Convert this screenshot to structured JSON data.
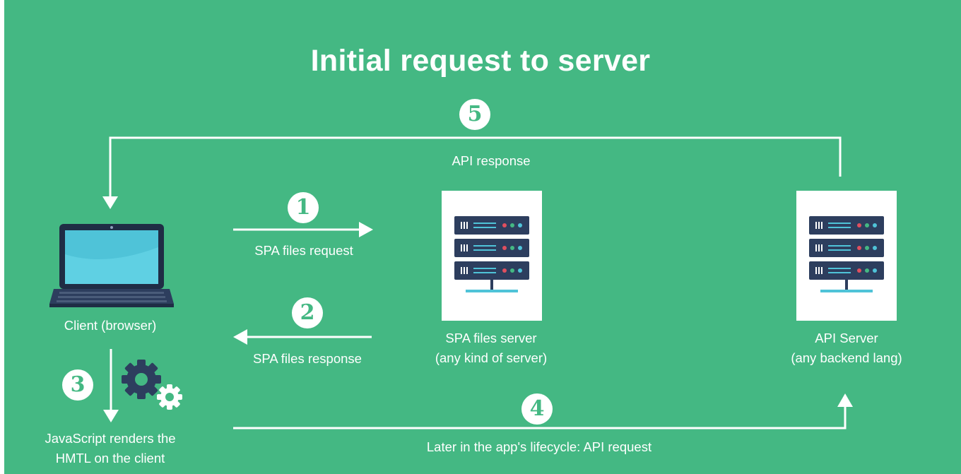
{
  "title": "Initial request to server",
  "steps": {
    "s1": {
      "number": "1",
      "label": "SPA files request"
    },
    "s2": {
      "number": "2",
      "label": "SPA files response"
    },
    "s3": {
      "number": "3",
      "label_line1": "JavaScript renders the",
      "label_line2": "HMTL on the client"
    },
    "s4": {
      "number": "4",
      "label": "Later in the app's lifecycle: API request"
    },
    "s5": {
      "number": "5",
      "label": "API response"
    }
  },
  "nodes": {
    "client": {
      "label": "Client (browser)"
    },
    "spa_server": {
      "line1": "SPA files server",
      "line2": "(any kind of server)"
    },
    "api_server": {
      "line1": "API Server",
      "line2": "(any backend lang)"
    }
  },
  "colors": {
    "background": "#44b883",
    "foreground": "#ffffff",
    "server_rack": "#2d3e5e",
    "screen": "#4fc3d8",
    "gear": "#2d3e5e"
  }
}
